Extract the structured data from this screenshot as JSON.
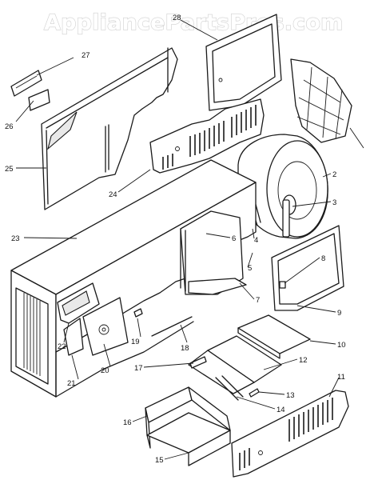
{
  "watermark": "AppliancePartsPros.com",
  "callouts": {
    "n2": "2",
    "n3": "3",
    "n4": "4",
    "n5": "5",
    "n6": "6",
    "n7": "7",
    "n8": "8",
    "n9": "9",
    "n10": "10",
    "n11": "11",
    "n12": "12",
    "n13": "13",
    "n14": "14",
    "n15": "15",
    "n16": "16",
    "n17": "17",
    "n18": "18",
    "n19": "19",
    "n20": "20",
    "n21": "21",
    "n22": "22",
    "n23": "23",
    "n24": "24",
    "n25": "25",
    "n26": "26",
    "n27": "27",
    "n28": "28"
  },
  "colors": {
    "ink": "#1a1a1a",
    "watermark_outline": "#cfcfcf",
    "background": "#ffffff"
  }
}
